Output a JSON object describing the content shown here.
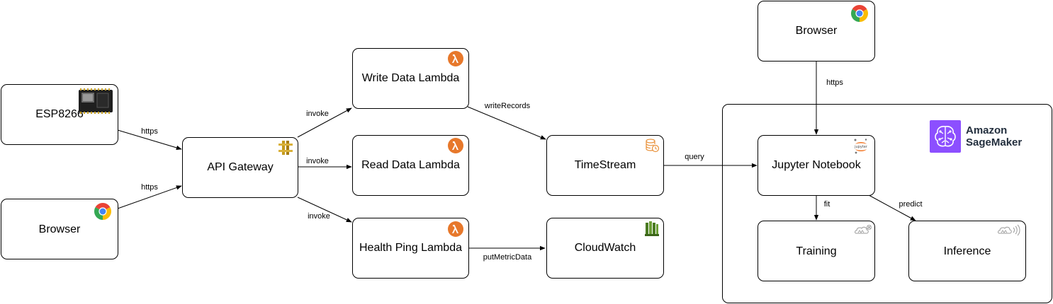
{
  "nodes": {
    "esp8266": {
      "label": "ESP8266",
      "icon": "microcontroller-board-icon"
    },
    "browser_left": {
      "label": "Browser",
      "icon": "chrome-icon"
    },
    "api_gateway": {
      "label": "API Gateway",
      "icon": "api-gateway-icon"
    },
    "write_lambda": {
      "label": "Write Data Lambda",
      "icon": "lambda-icon"
    },
    "read_lambda": {
      "label": "Read Data Lambda",
      "icon": "lambda-icon"
    },
    "health_lambda": {
      "label": "Health Ping Lambda",
      "icon": "lambda-icon"
    },
    "timestream": {
      "label": "TimeStream",
      "icon": "timestream-icon"
    },
    "cloudwatch": {
      "label": "CloudWatch",
      "icon": "cloudwatch-icon"
    },
    "browser_top": {
      "label": "Browser",
      "icon": "chrome-icon"
    },
    "jupyter": {
      "label": "Jupyter Notebook",
      "icon": "jupyter-icon"
    },
    "training": {
      "label": "Training",
      "icon": "sagemaker-training-icon"
    },
    "inference": {
      "label": "Inference",
      "icon": "sagemaker-inference-icon"
    }
  },
  "sagemaker_group": {
    "title_line1": "Amazon",
    "title_line2": "SageMaker",
    "icon": "sagemaker-brain-icon",
    "color": "#8c4fff"
  },
  "edges": {
    "esp_to_api": "https",
    "browser_to_api": "https",
    "api_to_write": "invoke",
    "api_to_read": "invoke",
    "api_to_health": "invoke",
    "write_to_timestream": "writeRecords",
    "health_to_cloudwatch": "putMetricData",
    "timestream_to_jupyter": "query",
    "browser_to_jupyter": "https",
    "jupyter_to_training": "fit",
    "jupyter_to_inference": "predict"
  },
  "colors": {
    "lambda": "#e7782b",
    "api_gateway": "#c49a1d",
    "cloudwatch": "#5a8a2c",
    "timestream": "#e8913a"
  }
}
